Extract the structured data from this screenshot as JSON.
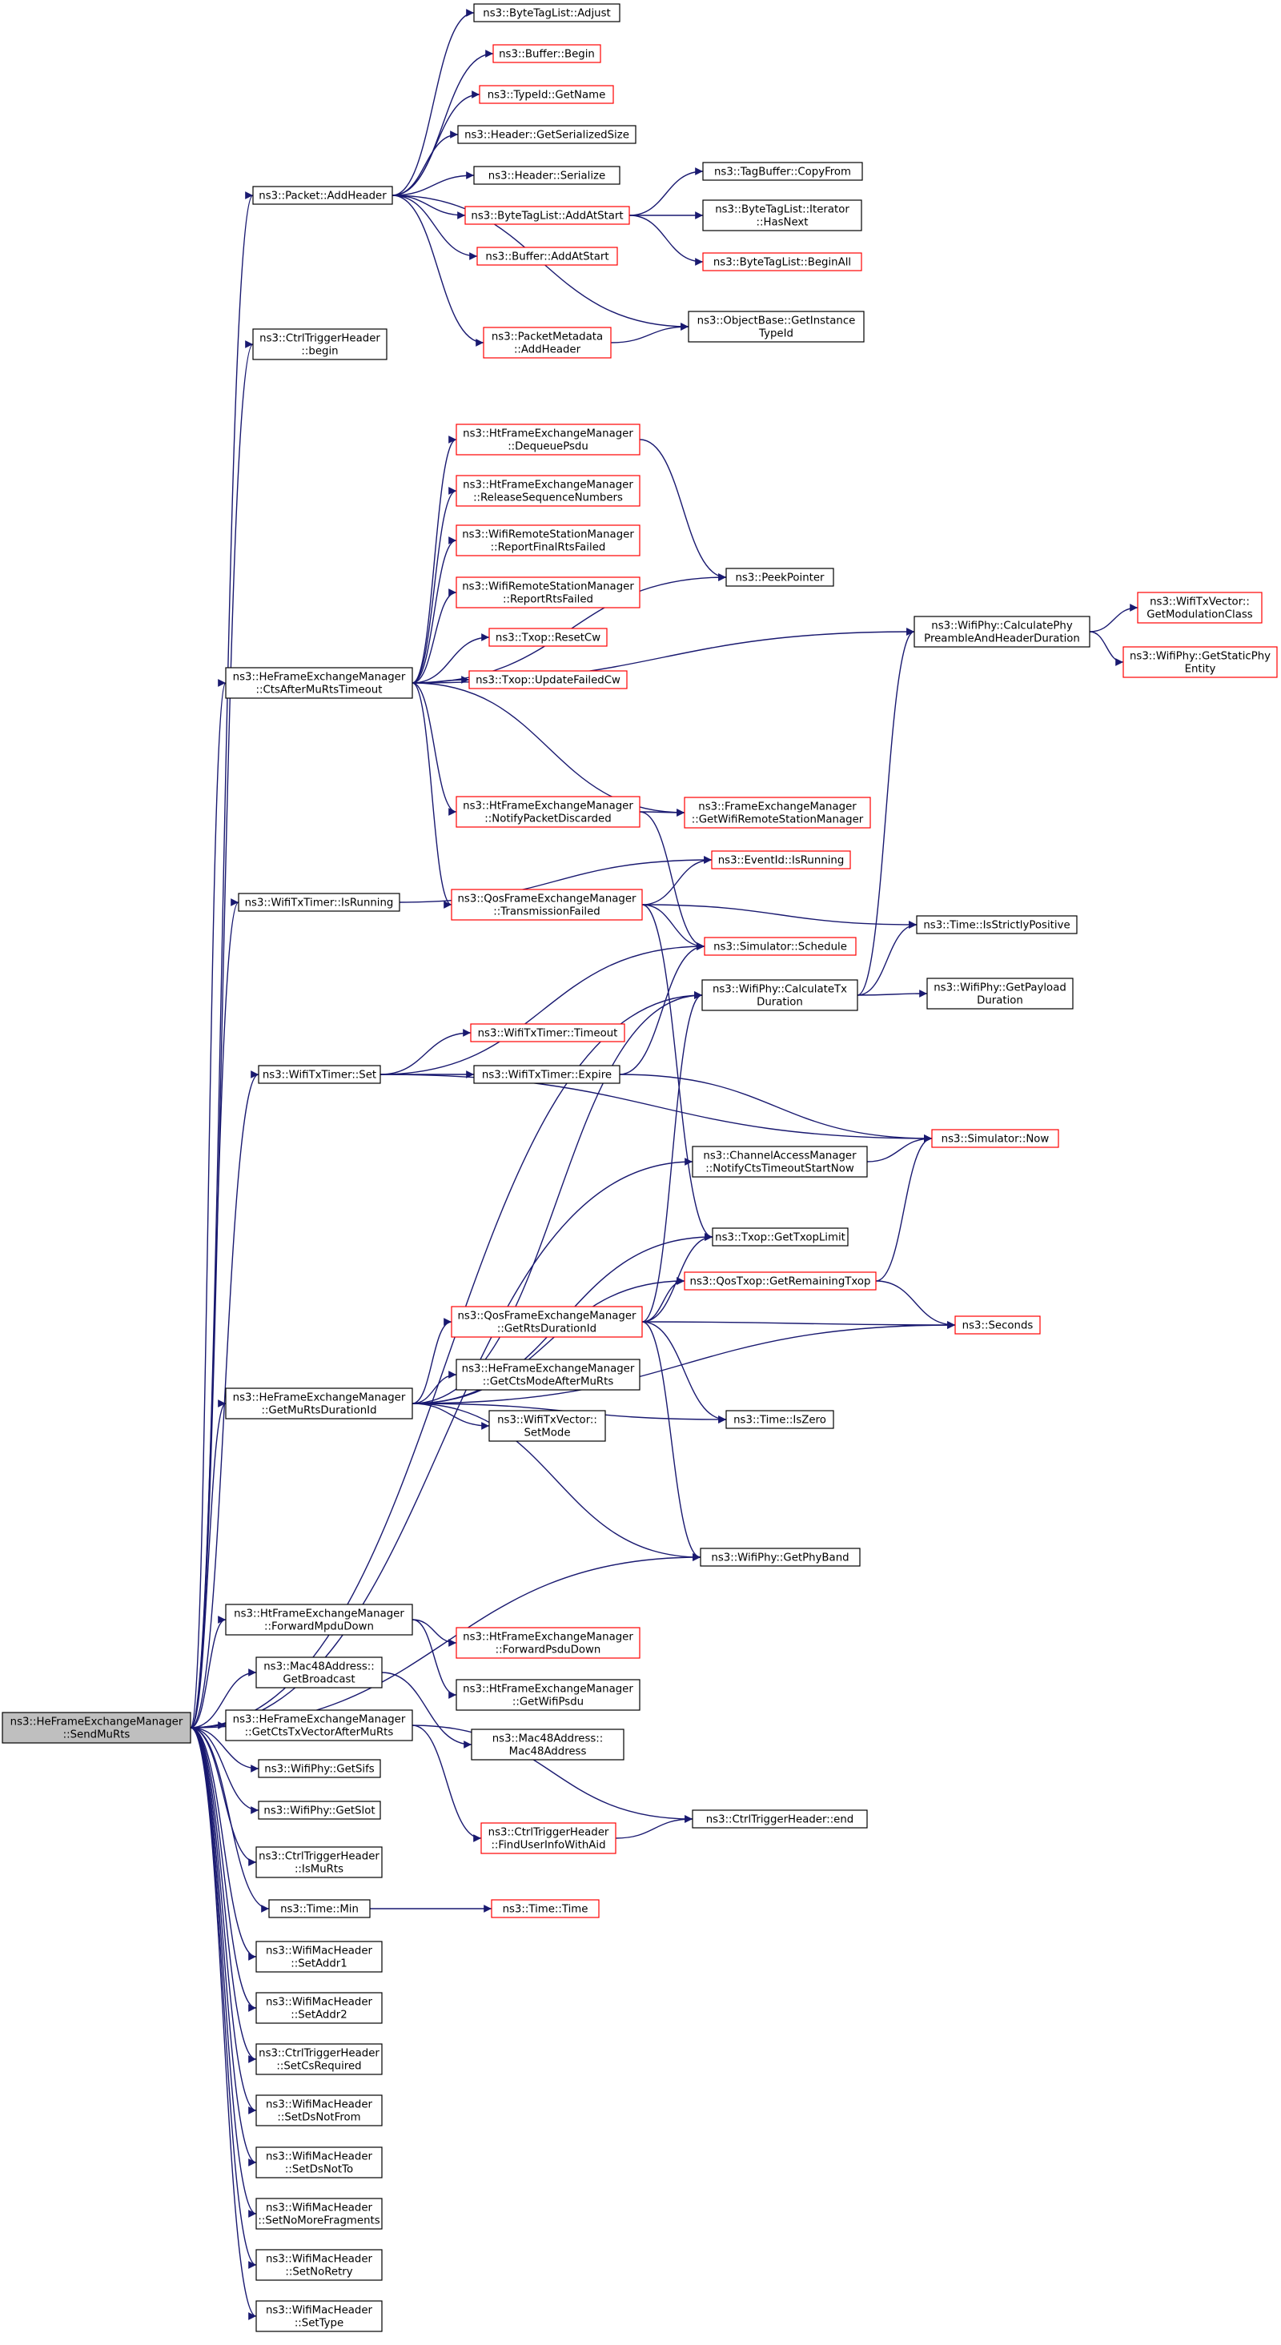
{
  "colors": {
    "edge": "#191970",
    "node_border_black": "#000000",
    "node_border_red": "#ff0000",
    "root_fill": "#bfbfbf",
    "node_fill": "#ffffff"
  },
  "nodes": [
    {
      "id": "root",
      "lines": [
        "ns3::HeFrameExchangeManager",
        "::SendMuRts"
      ],
      "border": "black",
      "root": true
    },
    {
      "id": "addheader",
      "lines": [
        "ns3::Packet::AddHeader"
      ],
      "border": "black"
    },
    {
      "id": "adjust",
      "lines": [
        "ns3::ByteTagList::Adjust"
      ],
      "border": "black"
    },
    {
      "id": "bufbegin",
      "lines": [
        "ns3::Buffer::Begin"
      ],
      "border": "red"
    },
    {
      "id": "getname",
      "lines": [
        "ns3::TypeId::GetName"
      ],
      "border": "red"
    },
    {
      "id": "getser",
      "lines": [
        "ns3::Header::GetSerializedSize"
      ],
      "border": "black"
    },
    {
      "id": "serialize",
      "lines": [
        "ns3::Header::Serialize"
      ],
      "border": "black"
    },
    {
      "id": "copyfrom",
      "lines": [
        "ns3::TagBuffer::CopyFrom"
      ],
      "border": "black"
    },
    {
      "id": "addatstart",
      "lines": [
        "ns3::ByteTagList::AddAtStart"
      ],
      "border": "red"
    },
    {
      "id": "hasnext",
      "lines": [
        "ns3::ByteTagList::Iterator",
        "::HasNext"
      ],
      "border": "black"
    },
    {
      "id": "beginall",
      "lines": [
        "ns3::ByteTagList::BeginAll"
      ],
      "border": "red"
    },
    {
      "id": "bufaddatstart",
      "lines": [
        "ns3::Buffer::AddAtStart"
      ],
      "border": "red"
    },
    {
      "id": "getinst",
      "lines": [
        "ns3::ObjectBase::GetInstance",
        "TypeId"
      ],
      "border": "black"
    },
    {
      "id": "pmaddheader",
      "lines": [
        "ns3::PacketMetadata",
        "::AddHeader"
      ],
      "border": "red"
    },
    {
      "id": "ctrlbegin",
      "lines": [
        "ns3::CtrlTriggerHeader",
        "::begin"
      ],
      "border": "black"
    },
    {
      "id": "dequeue",
      "lines": [
        "ns3::HtFrameExchangeManager",
        "::DequeuePsdu"
      ],
      "border": "red"
    },
    {
      "id": "releaseseq",
      "lines": [
        "ns3::HtFrameExchangeManager",
        "::ReleaseSequenceNumbers"
      ],
      "border": "red"
    },
    {
      "id": "reportfinal",
      "lines": [
        "ns3::WifiRemoteStationManager",
        "::ReportFinalRtsFailed"
      ],
      "border": "red"
    },
    {
      "id": "reportrts",
      "lines": [
        "ns3::WifiRemoteStationManager",
        "::ReportRtsFailed"
      ],
      "border": "red"
    },
    {
      "id": "peek",
      "lines": [
        "ns3::PeekPointer"
      ],
      "border": "black"
    },
    {
      "id": "calcpre",
      "lines": [
        "ns3::WifiPhy::CalculatePhy",
        "PreambleAndHeaderDuration"
      ],
      "border": "black"
    },
    {
      "id": "getmod",
      "lines": [
        "ns3::WifiTxVector::",
        "GetModulationClass"
      ],
      "border": "red"
    },
    {
      "id": "getstatic",
      "lines": [
        "ns3::WifiPhy::GetStaticPhy",
        "Entity"
      ],
      "border": "red"
    },
    {
      "id": "ctsafter",
      "lines": [
        "ns3::HeFrameExchangeManager",
        "::CtsAfterMuRtsTimeout"
      ],
      "border": "black"
    },
    {
      "id": "resetcw",
      "lines": [
        "ns3::Txop::ResetCw"
      ],
      "border": "red"
    },
    {
      "id": "updatecw",
      "lines": [
        "ns3::Txop::UpdateFailedCw"
      ],
      "border": "red"
    },
    {
      "id": "notifydisc",
      "lines": [
        "ns3::HtFrameExchangeManager",
        "::NotifyPacketDiscarded"
      ],
      "border": "red"
    },
    {
      "id": "getwifirsm",
      "lines": [
        "ns3::FrameExchangeManager",
        "::GetWifiRemoteStationManager"
      ],
      "border": "red"
    },
    {
      "id": "isrunning",
      "lines": [
        "ns3::WifiTxTimer::IsRunning"
      ],
      "border": "black"
    },
    {
      "id": "txfailed",
      "lines": [
        "ns3::QosFrameExchangeManager",
        "::TransmissionFailed"
      ],
      "border": "red"
    },
    {
      "id": "evisrunning",
      "lines": [
        "ns3::EventId::IsRunning"
      ],
      "border": "red"
    },
    {
      "id": "strictpos",
      "lines": [
        "ns3::Time::IsStrictlyPositive"
      ],
      "border": "black"
    },
    {
      "id": "schedule",
      "lines": [
        "ns3::Simulator::Schedule"
      ],
      "border": "red"
    },
    {
      "id": "calctx",
      "lines": [
        "ns3::WifiPhy::CalculateTx",
        "Duration"
      ],
      "border": "black"
    },
    {
      "id": "getpayload",
      "lines": [
        "ns3::WifiPhy::GetPayload",
        "Duration"
      ],
      "border": "black"
    },
    {
      "id": "timeout",
      "lines": [
        "ns3::WifiTxTimer::Timeout"
      ],
      "border": "red"
    },
    {
      "id": "timerset",
      "lines": [
        "ns3::WifiTxTimer::Set"
      ],
      "border": "black"
    },
    {
      "id": "expire",
      "lines": [
        "ns3::WifiTxTimer::Expire"
      ],
      "border": "black"
    },
    {
      "id": "now",
      "lines": [
        "ns3::Simulator::Now"
      ],
      "border": "red"
    },
    {
      "id": "notifycts",
      "lines": [
        "ns3::ChannelAccessManager",
        "::NotifyCtsTimeoutStartNow"
      ],
      "border": "black"
    },
    {
      "id": "txoplimit",
      "lines": [
        "ns3::Txop::GetTxopLimit"
      ],
      "border": "black"
    },
    {
      "id": "remtxop",
      "lines": [
        "ns3::QosTxop::GetRemainingTxop"
      ],
      "border": "red"
    },
    {
      "id": "rtsdur",
      "lines": [
        "ns3::QosFrameExchangeManager",
        "::GetRtsDurationId"
      ],
      "border": "red"
    },
    {
      "id": "seconds",
      "lines": [
        "ns3::Seconds"
      ],
      "border": "red"
    },
    {
      "id": "getctsmode",
      "lines": [
        "ns3::HeFrameExchangeManager",
        "::GetCtsModeAfterMuRts"
      ],
      "border": "black"
    },
    {
      "id": "murtsdur",
      "lines": [
        "ns3::HeFrameExchangeManager",
        "::GetMuRtsDurationId"
      ],
      "border": "black"
    },
    {
      "id": "setmode",
      "lines": [
        "ns3::WifiTxVector::",
        "SetMode"
      ],
      "border": "black"
    },
    {
      "id": "iszero",
      "lines": [
        "ns3::Time::IsZero"
      ],
      "border": "black"
    },
    {
      "id": "getphyband",
      "lines": [
        "ns3::WifiPhy::GetPhyBand"
      ],
      "border": "black"
    },
    {
      "id": "fwdmpdu",
      "lines": [
        "ns3::HtFrameExchangeManager",
        "::ForwardMpduDown"
      ],
      "border": "black"
    },
    {
      "id": "fwdpsdu",
      "lines": [
        "ns3::HtFrameExchangeManager",
        "::ForwardPsduDown"
      ],
      "border": "red"
    },
    {
      "id": "getbcast",
      "lines": [
        "ns3::Mac48Address::",
        "GetBroadcast"
      ],
      "border": "black"
    },
    {
      "id": "getwifipsdu",
      "lines": [
        "ns3::HtFrameExchangeManager",
        "::GetWifiPsdu"
      ],
      "border": "black"
    },
    {
      "id": "getctstx",
      "lines": [
        "ns3::HeFrameExchangeManager",
        "::GetCtsTxVectorAfterMuRts"
      ],
      "border": "black"
    },
    {
      "id": "mac48",
      "lines": [
        "ns3::Mac48Address::",
        "Mac48Address"
      ],
      "border": "black"
    },
    {
      "id": "getsifs",
      "lines": [
        "ns3::WifiPhy::GetSifs"
      ],
      "border": "black"
    },
    {
      "id": "ctrlend",
      "lines": [
        "ns3::CtrlTriggerHeader::end"
      ],
      "border": "black"
    },
    {
      "id": "getslot",
      "lines": [
        "ns3::WifiPhy::GetSlot"
      ],
      "border": "black"
    },
    {
      "id": "finduser",
      "lines": [
        "ns3::CtrlTriggerHeader",
        "::FindUserInfoWithAid"
      ],
      "border": "red"
    },
    {
      "id": "ismurts",
      "lines": [
        "ns3::CtrlTriggerHeader",
        "::IsMuRts"
      ],
      "border": "black"
    },
    {
      "id": "timemin",
      "lines": [
        "ns3::Time::Min"
      ],
      "border": "black"
    },
    {
      "id": "timetime",
      "lines": [
        "ns3::Time::Time"
      ],
      "border": "red"
    },
    {
      "id": "setaddr1",
      "lines": [
        "ns3::WifiMacHeader",
        "::SetAddr1"
      ],
      "border": "black"
    },
    {
      "id": "setaddr2",
      "lines": [
        "ns3::WifiMacHeader",
        "::SetAddr2"
      ],
      "border": "black"
    },
    {
      "id": "setcs",
      "lines": [
        "ns3::CtrlTriggerHeader",
        "::SetCsRequired"
      ],
      "border": "black"
    },
    {
      "id": "setdsfrom",
      "lines": [
        "ns3::WifiMacHeader",
        "::SetDsNotFrom"
      ],
      "border": "black"
    },
    {
      "id": "setdsto",
      "lines": [
        "ns3::WifiMacHeader",
        "::SetDsNotTo"
      ],
      "border": "black"
    },
    {
      "id": "setnomore",
      "lines": [
        "ns3::WifiMacHeader",
        "::SetNoMoreFragments"
      ],
      "border": "black"
    },
    {
      "id": "setnoretry",
      "lines": [
        "ns3::WifiMacHeader",
        "::SetNoRetry"
      ],
      "border": "black"
    },
    {
      "id": "settype",
      "lines": [
        "ns3::WifiMacHeader",
        "::SetType"
      ],
      "border": "black"
    }
  ],
  "edges": [
    [
      "root",
      "addheader"
    ],
    [
      "root",
      "ctrlbegin"
    ],
    [
      "root",
      "ctsafter"
    ],
    [
      "root",
      "isrunning"
    ],
    [
      "root",
      "calctx"
    ],
    [
      "root",
      "timerset"
    ],
    [
      "root",
      "notifycts"
    ],
    [
      "root",
      "murtsdur"
    ],
    [
      "root",
      "getphyband"
    ],
    [
      "root",
      "fwdmpdu"
    ],
    [
      "root",
      "getbcast"
    ],
    [
      "root",
      "getctstx"
    ],
    [
      "root",
      "getsifs"
    ],
    [
      "root",
      "getslot"
    ],
    [
      "root",
      "ismurts"
    ],
    [
      "root",
      "timemin"
    ],
    [
      "root",
      "setaddr1"
    ],
    [
      "root",
      "setaddr2"
    ],
    [
      "root",
      "setcs"
    ],
    [
      "root",
      "setdsfrom"
    ],
    [
      "root",
      "setdsto"
    ],
    [
      "root",
      "setnomore"
    ],
    [
      "root",
      "setnoretry"
    ],
    [
      "root",
      "settype"
    ],
    [
      "addheader",
      "adjust"
    ],
    [
      "addheader",
      "bufbegin"
    ],
    [
      "addheader",
      "getname"
    ],
    [
      "addheader",
      "getser"
    ],
    [
      "addheader",
      "serialize"
    ],
    [
      "addheader",
      "addatstart"
    ],
    [
      "addheader",
      "bufaddatstart"
    ],
    [
      "addheader",
      "getinst"
    ],
    [
      "addheader",
      "pmaddheader"
    ],
    [
      "addatstart",
      "copyfrom"
    ],
    [
      "addatstart",
      "hasnext"
    ],
    [
      "addatstart",
      "beginall"
    ],
    [
      "pmaddheader",
      "getinst"
    ],
    [
      "ctsafter",
      "dequeue"
    ],
    [
      "ctsafter",
      "releaseseq"
    ],
    [
      "ctsafter",
      "reportfinal"
    ],
    [
      "ctsafter",
      "reportrts"
    ],
    [
      "ctsafter",
      "resetcw"
    ],
    [
      "ctsafter",
      "updatecw"
    ],
    [
      "ctsafter",
      "peek"
    ],
    [
      "ctsafter",
      "calcpre"
    ],
    [
      "ctsafter",
      "notifydisc"
    ],
    [
      "ctsafter",
      "getwifirsm"
    ],
    [
      "ctsafter",
      "txfailed"
    ],
    [
      "dequeue",
      "peek"
    ],
    [
      "calcpre",
      "getmod"
    ],
    [
      "calcpre",
      "getstatic"
    ],
    [
      "notifydisc",
      "getwifirsm"
    ],
    [
      "notifydisc",
      "schedule"
    ],
    [
      "isrunning",
      "evisrunning"
    ],
    [
      "txfailed",
      "evisrunning"
    ],
    [
      "txfailed",
      "strictpos"
    ],
    [
      "txfailed",
      "schedule"
    ],
    [
      "txfailed",
      "txoplimit"
    ],
    [
      "calctx",
      "calcpre"
    ],
    [
      "calctx",
      "getpayload"
    ],
    [
      "calctx",
      "strictpos"
    ],
    [
      "timerset",
      "timeout"
    ],
    [
      "timerset",
      "expire"
    ],
    [
      "timerset",
      "now"
    ],
    [
      "timerset",
      "schedule"
    ],
    [
      "expire",
      "schedule"
    ],
    [
      "expire",
      "now"
    ],
    [
      "notifycts",
      "now"
    ],
    [
      "remtxop",
      "now"
    ],
    [
      "remtxop",
      "seconds"
    ],
    [
      "rtsdur",
      "calctx"
    ],
    [
      "rtsdur",
      "txoplimit"
    ],
    [
      "rtsdur",
      "remtxop"
    ],
    [
      "rtsdur",
      "seconds"
    ],
    [
      "rtsdur",
      "iszero"
    ],
    [
      "rtsdur",
      "getphyband"
    ],
    [
      "murtsdur",
      "calctx"
    ],
    [
      "murtsdur",
      "txoplimit"
    ],
    [
      "murtsdur",
      "remtxop"
    ],
    [
      "murtsdur",
      "rtsdur"
    ],
    [
      "murtsdur",
      "getctsmode"
    ],
    [
      "murtsdur",
      "setmode"
    ],
    [
      "murtsdur",
      "iszero"
    ],
    [
      "murtsdur",
      "seconds"
    ],
    [
      "murtsdur",
      "getphyband"
    ],
    [
      "fwdmpdu",
      "fwdpsdu"
    ],
    [
      "fwdmpdu",
      "getwifipsdu"
    ],
    [
      "getbcast",
      "mac48"
    ],
    [
      "getctstx",
      "ctrlend"
    ],
    [
      "getctstx",
      "finduser"
    ],
    [
      "finduser",
      "ctrlend"
    ],
    [
      "timemin",
      "timetime"
    ]
  ]
}
